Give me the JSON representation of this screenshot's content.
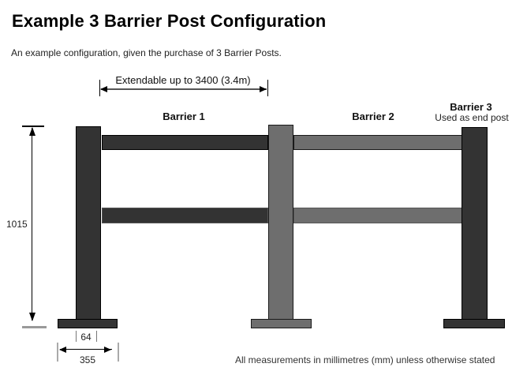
{
  "header": {
    "title": "Example 3 Barrier Post Configuration",
    "subtitle": "An example configuration, given the purchase of 3 Barrier Posts."
  },
  "diagram": {
    "extendable_dimension": "Extendable up to 3400 (3.4m)",
    "barrier1_label": "Barrier 1",
    "barrier2_label": "Barrier 2",
    "barrier3_label": "Barrier 3",
    "barrier3_note": "Used as end post",
    "height_dimension": "1015",
    "post_width_dimension": "64",
    "base_width_dimension": "355",
    "colors": {
      "post_dark": "#333333",
      "post_gray": "#6e6e6e",
      "tick_gray": "#999999"
    }
  },
  "footer": {
    "note": "All measurements in millimetres (mm) unless otherwise stated"
  }
}
